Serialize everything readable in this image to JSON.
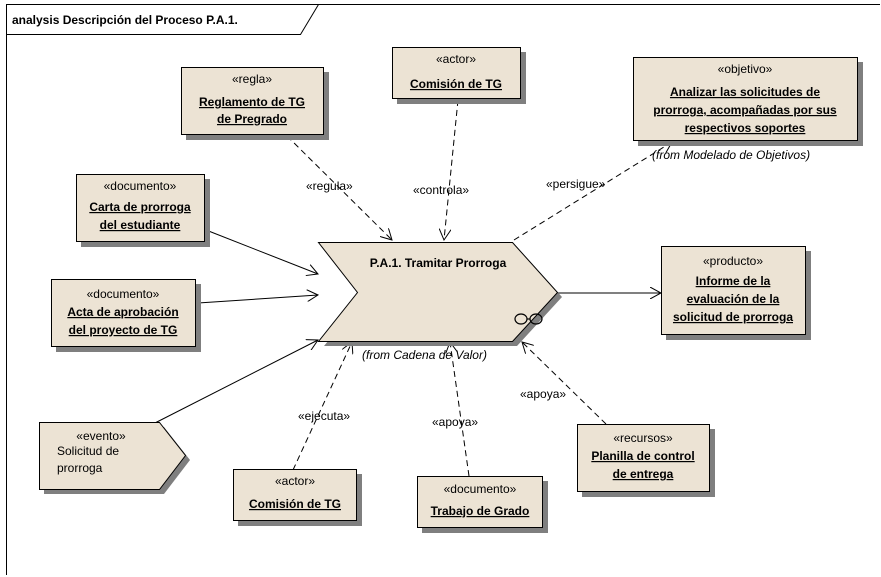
{
  "frame_title": "analysis Descripción del Proceso P.A.1.",
  "process": {
    "name": "P.A.1. Tramitar Prorroga",
    "from": "(from Cadena de Valor)"
  },
  "elements": {
    "regla": {
      "stereotype": "«regla»",
      "lines": [
        "Reglamento de TG",
        "de Pregrado"
      ]
    },
    "actor_top": {
      "stereotype": "«actor»",
      "lines": [
        "Comisión de TG"
      ]
    },
    "objetivo": {
      "stereotype": "«objetivo»",
      "lines": [
        "Analizar las solicitudes de",
        "prorroga, acompañadas por sus",
        "respectivos soportes"
      ],
      "from": "(from Modelado de Objetivos)"
    },
    "doc_carta": {
      "stereotype": "«documento»",
      "lines": [
        "Carta de prorroga",
        "del estudiante"
      ]
    },
    "doc_acta": {
      "stereotype": "«documento»",
      "lines": [
        "Acta de aprobación",
        "del proyecto de TG"
      ]
    },
    "producto": {
      "stereotype": "«producto»",
      "lines": [
        "Informe de la",
        "evaluación de la",
        "solicitud de prorroga"
      ]
    },
    "evento": {
      "stereotype": "«evento»",
      "lines": [
        "Solicitud de",
        "prorroga"
      ]
    },
    "actor_bottom": {
      "stereotype": "«actor»",
      "lines": [
        "Comisión de TG"
      ]
    },
    "doc_trabajo": {
      "stereotype": "«documento»",
      "lines": [
        "Trabajo de Grado"
      ]
    },
    "recursos": {
      "stereotype": "«recursos»",
      "lines": [
        "Planilla de control",
        "de entrega"
      ]
    }
  },
  "relations": {
    "regula": "«regula»",
    "controla": "«controla»",
    "persigue": "«persigue»",
    "ejecuta": "«ejecuta»",
    "apoya_doc": "«apoya»",
    "apoya_rec": "«apoya»"
  }
}
